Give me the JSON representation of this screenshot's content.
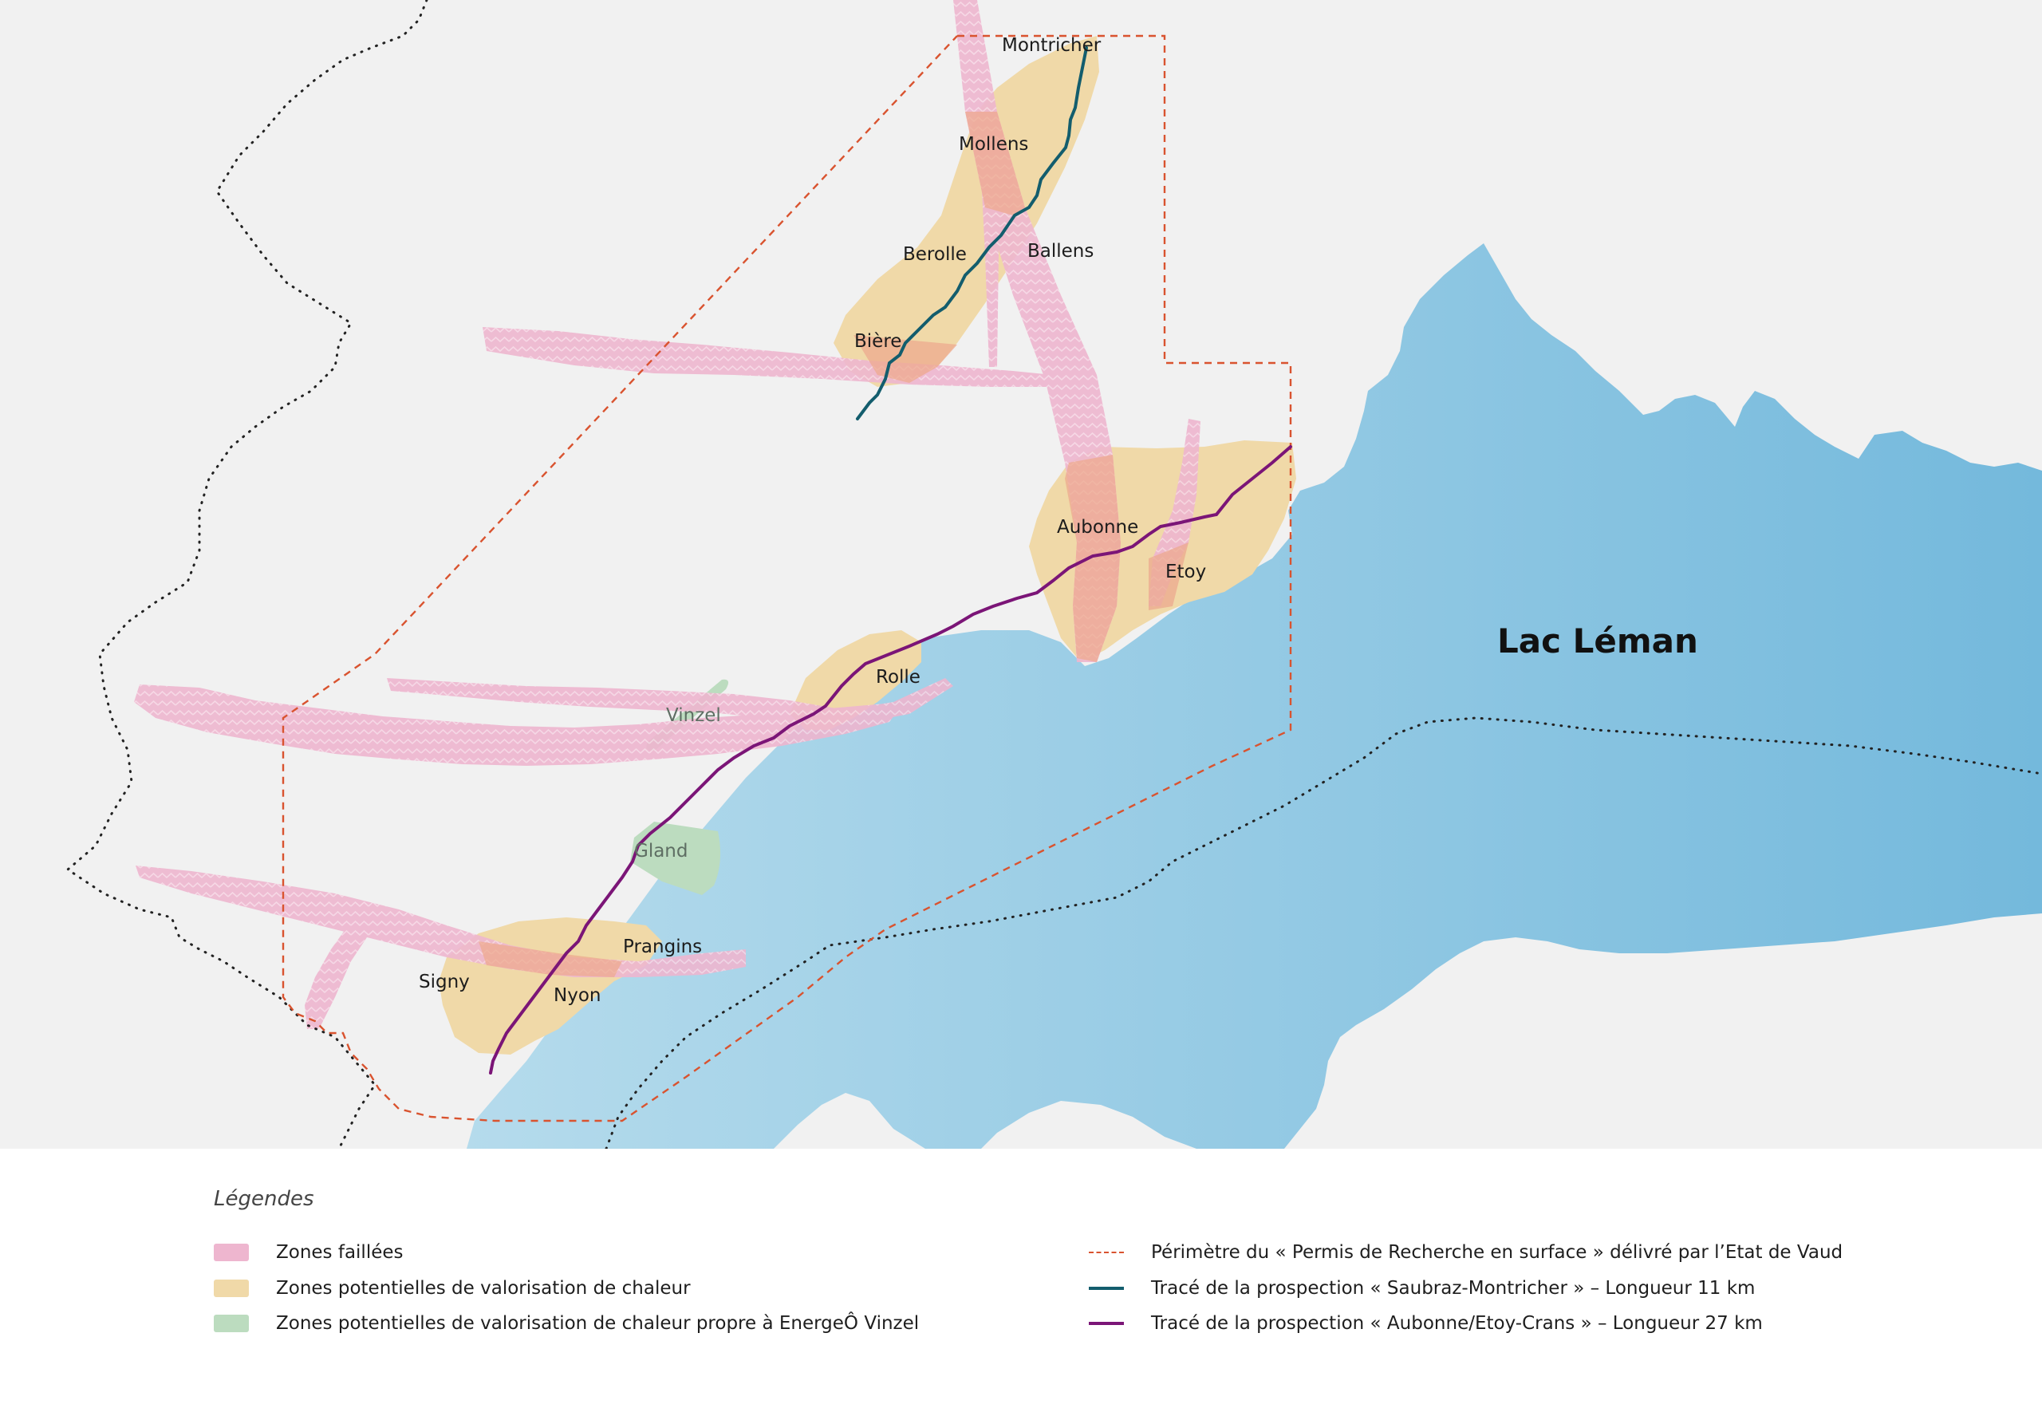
{
  "colors": {
    "background": "#f1f1f1",
    "lake_light": "#b5dbec",
    "lake_dark": "#74b9dc",
    "fault": "#eeb6cf",
    "heat": "#f0d9a8",
    "overlap": "#eda98f",
    "vinzel": "#bcdcbf",
    "perimeter": "#d9532f",
    "route_saubraz": "#135d6d",
    "route_aubonne": "#7b1577",
    "border": "#222222"
  },
  "map": {
    "lake_name": "Lac Léman",
    "places": {
      "montricher": "Montricher",
      "mollens": "Mollens",
      "berolle": "Berolle",
      "ballens": "Ballens",
      "biere": "Bière",
      "aubonne": "Aubonne",
      "etoy": "Etoy",
      "rolle": "Rolle",
      "vinzel": "Vinzel",
      "gland": "Gland",
      "prangins": "Prangins",
      "signy": "Signy",
      "nyon": "Nyon"
    }
  },
  "legend": {
    "title": "Légendes",
    "items": [
      {
        "label": "Zones faillées",
        "icon": "pink-fill-swatch"
      },
      {
        "label": "Zones potentielles de valorisation de chaleur",
        "icon": "yellow-fill-swatch"
      },
      {
        "label": "Zones potentielles de valorisation de chaleur propre à EnergeÔ Vinzel",
        "icon": "green-fill-swatch"
      },
      {
        "label": "Périmètre du « Permis de Recherche en surface » délivré par l’Etat de Vaud",
        "icon": "dashed-red-line"
      },
      {
        "label": "Tracé de la prospection « Saubraz-Montricher » – Longueur 11 km",
        "icon": "teal-line"
      },
      {
        "label": "Tracé de la prospection « Aubonne/Etoy-Crans » – Longueur 27 km",
        "icon": "purple-line"
      }
    ]
  }
}
